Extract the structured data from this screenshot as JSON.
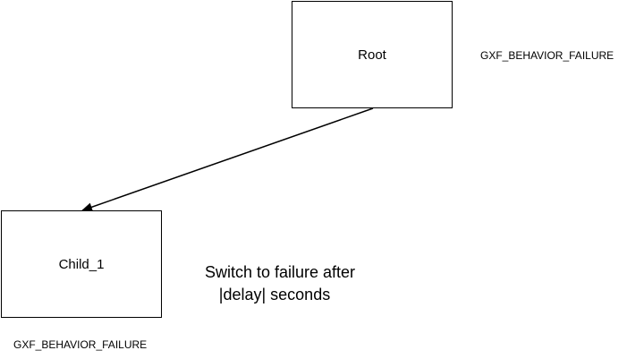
{
  "diagram": {
    "nodes": [
      {
        "id": "root",
        "label": "Root",
        "status": "GXF_BEHAVIOR_FAILURE"
      },
      {
        "id": "child_1",
        "label": "Child_1",
        "status": "GXF_BEHAVIOR_FAILURE"
      }
    ],
    "edges": [
      {
        "from": "root",
        "to": "child_1"
      }
    ],
    "note": {
      "line1": "Switch to failure after",
      "line2": "|delay| seconds"
    },
    "colors": {
      "stroke": "#000000",
      "background": "#ffffff"
    }
  }
}
